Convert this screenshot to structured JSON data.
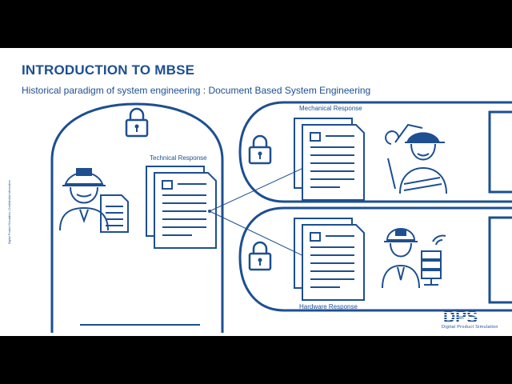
{
  "slide": {
    "title": "INTRODUCTION TO MBSE",
    "subtitle": "Historical paradigm of system engineering : Document Based System Engineering",
    "side_note": "Digital Product Simulation | Confidential information"
  },
  "diagram": {
    "labels": {
      "technical": "Technical Response",
      "mechanical": "Mechanical Response",
      "hardware": "Hardware Response"
    }
  },
  "logo": {
    "mark": "DPS",
    "tagline": "Digital  Product  Simulation"
  },
  "colors": {
    "primary": "#1d4f91",
    "background": "#ffffff",
    "letterbox": "#000000"
  }
}
